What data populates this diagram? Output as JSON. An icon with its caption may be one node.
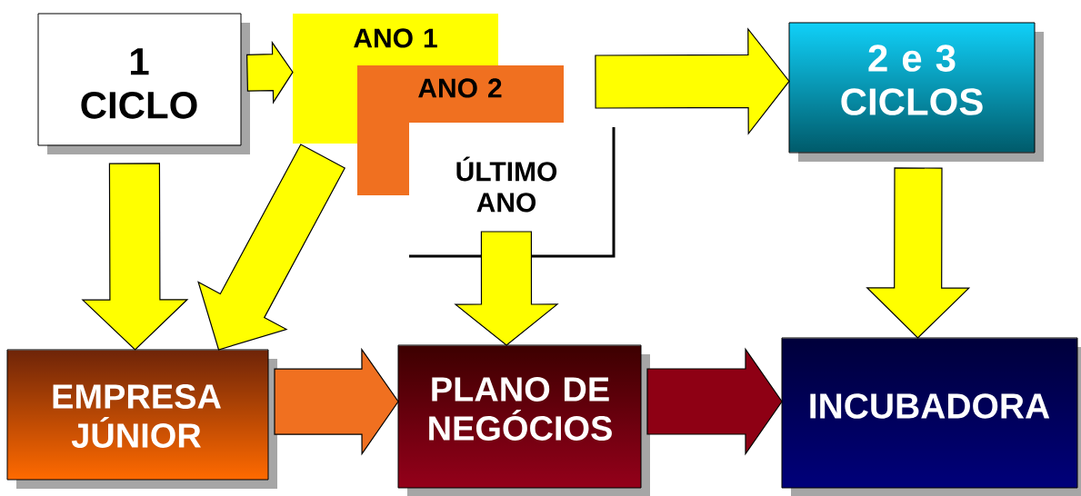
{
  "diagram": {
    "nodes": [
      {
        "text": [
          "1 CICLO"
        ]
      },
      {
        "text": [
          "ANO 1"
        ]
      },
      {
        "text": [
          "ANO 2"
        ]
      },
      {
        "text": [
          "ÚLTIMO ANO"
        ]
      },
      {
        "text": [
          "2 e 3 CICLOS"
        ]
      },
      {
        "text": [
          "EMPRESA JÚNIOR"
        ]
      },
      {
        "text": [
          "PLANO DE NEGÓCIOS"
        ]
      },
      {
        "text": [
          "INCUBADORA"
        ]
      }
    ],
    "edges": [
      {
        "from": 0,
        "to": 1,
        "arrow": "to"
      },
      {
        "from": 2,
        "to": 4,
        "arrow": "to"
      },
      {
        "from": 0,
        "to": 5,
        "arrow": "to"
      },
      {
        "from": 1,
        "to": 5,
        "arrow": "to"
      },
      {
        "from": 3,
        "to": 6,
        "arrow": "to"
      },
      {
        "from": 4,
        "to": 7,
        "arrow": "to"
      },
      {
        "from": 5,
        "to": 6,
        "arrow": "to",
        "color": "#f07020"
      },
      {
        "from": 6,
        "to": 7,
        "arrow": "to",
        "color": "#8e0014"
      }
    ]
  }
}
